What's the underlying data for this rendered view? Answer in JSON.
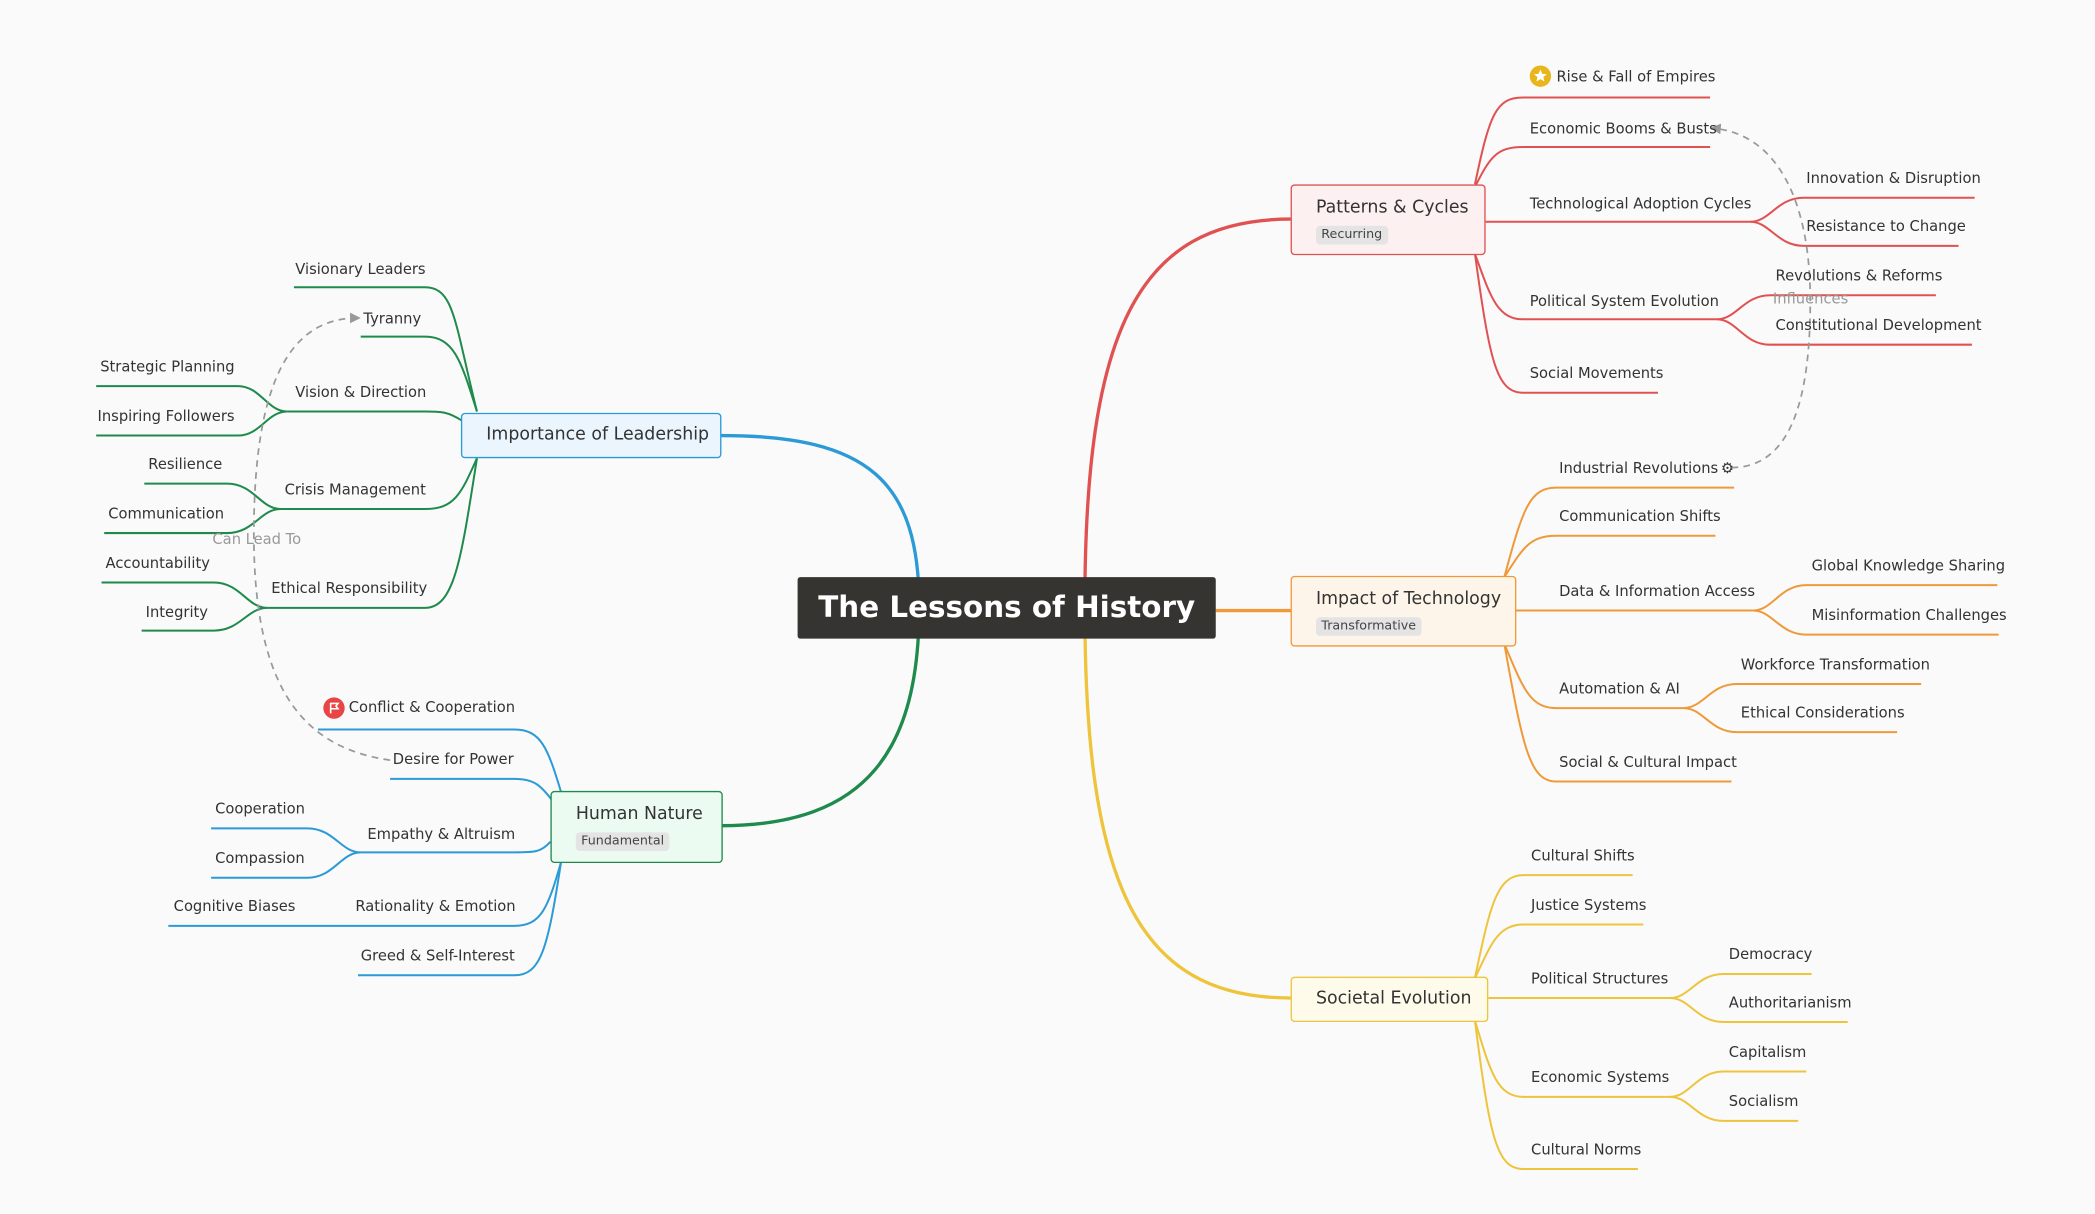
{
  "central": {
    "title": "The Lessons of History"
  },
  "colors": {
    "leadership": "#2b9ad6",
    "human": "#1e8a4c",
    "leaderLeaves": "#1e8a4c",
    "humanLeaves": "#2b9ad6",
    "patterns": "#e05252",
    "technology": "#ee9a3a",
    "societal": "#eec43c",
    "relation": "#999999"
  },
  "branches": {
    "leadership": {
      "label": "Importance of Leadership",
      "children": {
        "visionary": "Visionary Leaders",
        "tyranny": "Tyranny",
        "vision": "Vision & Direction",
        "strategic": "Strategic Planning",
        "inspiring": "Inspiring Followers",
        "crisis": "Crisis Management",
        "resilience": "Resilience",
        "communication": "Communication",
        "ethical": "Ethical Responsibility",
        "accountability": "Accountability",
        "integrity": "Integrity"
      }
    },
    "human": {
      "label": "Human Nature",
      "tag": "Fundamental",
      "children": {
        "conflict": "Conflict & Cooperation",
        "desire": "Desire for Power",
        "empathy": "Empathy & Altruism",
        "cooperation": "Cooperation",
        "compassion": "Compassion",
        "rationality": "Rationality & Emotion",
        "biases": "Cognitive Biases",
        "greed": "Greed & Self-Interest"
      }
    },
    "patterns": {
      "label": "Patterns & Cycles",
      "tag": "Recurring",
      "children": {
        "empires": "Rise & Fall of Empires",
        "booms": "Economic Booms & Busts",
        "techcycles": "Technological Adoption Cycles",
        "innovation": "Innovation & Disruption",
        "resistance": "Resistance to Change",
        "political": "Political System Evolution",
        "revolutions": "Revolutions & Reforms",
        "constitutional": "Constitutional Development",
        "social": "Social Movements"
      }
    },
    "technology": {
      "label": "Impact of Technology",
      "tag": "Transformative",
      "children": {
        "industrial": "Industrial Revolutions",
        "commshifts": "Communication Shifts",
        "data": "Data & Information Access",
        "global": "Global Knowledge Sharing",
        "misinfo": "Misinformation Challenges",
        "automation": "Automation & AI",
        "workforce": "Workforce Transformation",
        "ethicalcons": "Ethical Considerations",
        "cultural": "Social & Cultural Impact"
      }
    },
    "societal": {
      "label": "Societal Evolution",
      "children": {
        "culturalshifts": "Cultural Shifts",
        "justice": "Justice Systems",
        "politicalstruct": "Political Structures",
        "democracy": "Democracy",
        "authoritarianism": "Authoritarianism",
        "economic": "Economic Systems",
        "capitalism": "Capitalism",
        "socialism": "Socialism",
        "norms": "Cultural Norms"
      }
    }
  },
  "relations": {
    "canLeadTo": "Can Lead To",
    "influences": "Influences"
  },
  "icons": {
    "star": "star-icon",
    "flag": "flag-icon",
    "gear": "gear-icon"
  }
}
